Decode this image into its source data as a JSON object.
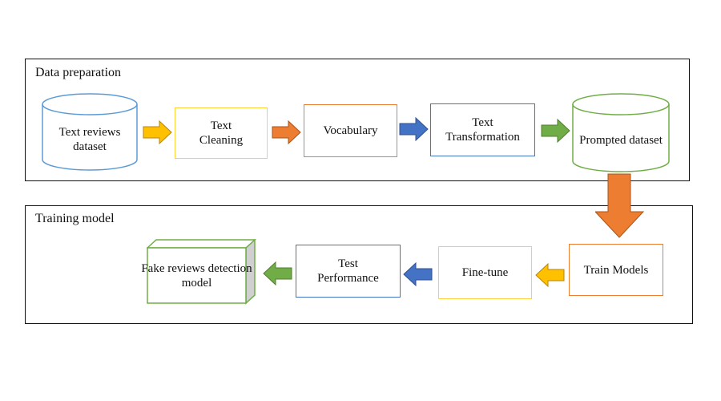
{
  "sections": {
    "data_preparation": {
      "title": "Data preparation"
    },
    "training_model": {
      "title": "Training model"
    }
  },
  "nodes": {
    "text_reviews_dataset": {
      "line1": "Text reviews",
      "line2": "dataset",
      "border_color": "#5b9bd5",
      "shape": "cylinder"
    },
    "text_cleaning": {
      "line1": "Text",
      "line2": "Cleaning",
      "border_color": "#ffd13f",
      "shape": "rectangle"
    },
    "vocabulary": {
      "line1": "Vocabulary",
      "border_color": "#ed7d31",
      "shape": "rectangle"
    },
    "text_transformation": {
      "line1": "Text",
      "line2": "Transformation",
      "border_color": "#4472c4",
      "shape": "rectangle"
    },
    "prompted_dataset": {
      "line1": "Prompted",
      "line2": "dataset",
      "border_color": "#70ad47",
      "shape": "cylinder"
    },
    "train_models": {
      "line1": "Train Models",
      "border_color": "#ed7d31",
      "shape": "rectangle"
    },
    "fine_tune": {
      "line1": "Fine-tune",
      "border_color": "#ffd13f",
      "shape": "rectangle"
    },
    "test_performance": {
      "line1": "Test",
      "line2": "Performance",
      "border_color": "#4472c4",
      "shape": "rectangle"
    },
    "fake_reviews_detection_model": {
      "line1": "Fake reviews",
      "line2": "detection",
      "line3": "model",
      "border_color": "#70ad47",
      "shape": "3d-box"
    }
  },
  "arrows": {
    "colors": {
      "yellow": "#ffc000",
      "orange": "#ed7d31",
      "blue": "#4472c4",
      "green": "#70ad47"
    }
  }
}
